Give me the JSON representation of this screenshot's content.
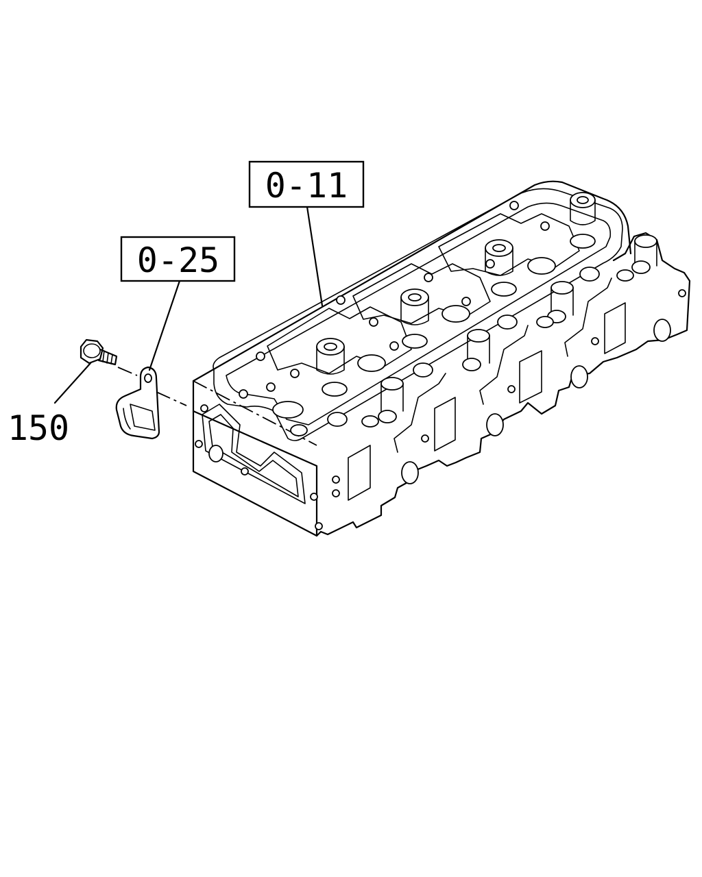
{
  "callouts": {
    "head_ref": "0-11",
    "hanger_ref": "0-25",
    "bolt_part": "150"
  }
}
